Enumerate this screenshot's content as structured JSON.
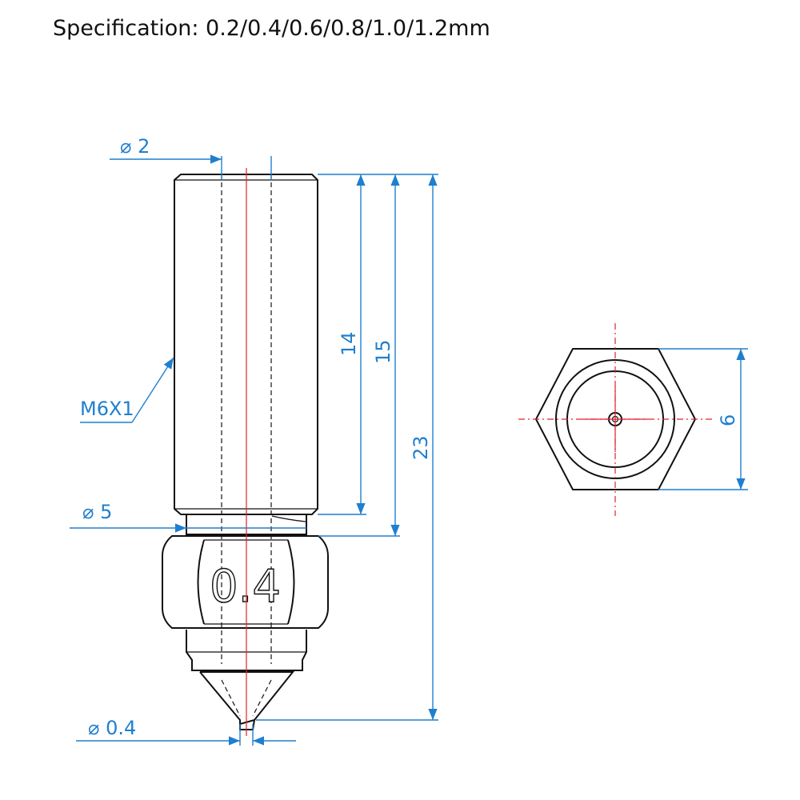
{
  "spec": {
    "text": "Specification: 0.2/0.4/0.6/0.8/1.0/1.2mm"
  },
  "side_view": {
    "thread_label": "M6X1",
    "bore_diameter": "⌀ 2",
    "shoulder_diameter": "⌀ 5",
    "tip_diameter": "⌀ 0.4",
    "length_thread": "14",
    "length_shoulder": "15",
    "length_total": "23",
    "nozzle_mark": "0.4"
  },
  "end_view": {
    "hex_size": "6"
  },
  "colors": {
    "dimension": "#1f7fcf",
    "centerline": "#e0232b",
    "outline": "#111111"
  }
}
